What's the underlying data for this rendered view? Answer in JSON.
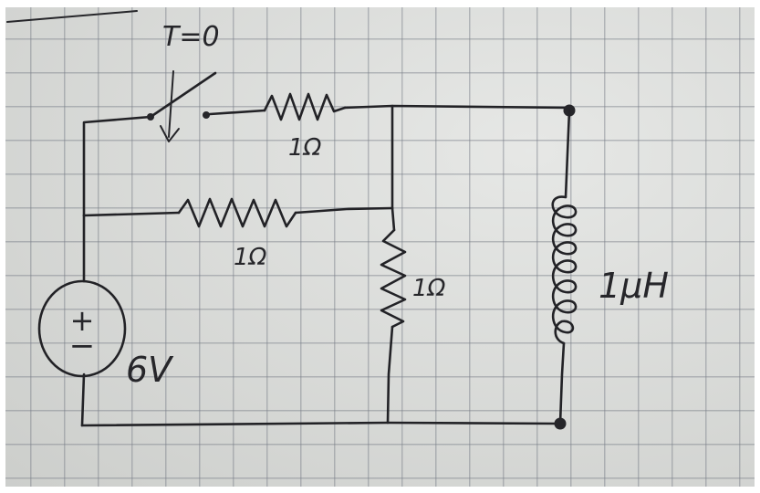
{
  "diagram": {
    "switch_label": "T=0",
    "resistor_top_label": "1Ω",
    "resistor_mid_label": "1Ω",
    "resistor_vertical_label": "1Ω",
    "inductor_label": "1μH",
    "source_label": "6V",
    "source_plus": "+",
    "source_minus": "−"
  },
  "colors": {
    "paper": "#d9dbd8",
    "ink": "#222226",
    "grid": "#787d87"
  }
}
